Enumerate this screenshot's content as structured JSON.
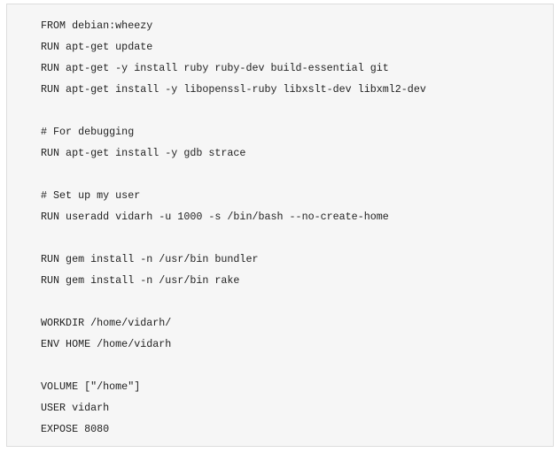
{
  "code": {
    "lines": [
      "FROM debian:wheezy",
      "RUN apt-get update",
      "RUN apt-get -y install ruby ruby-dev build-essential git",
      "RUN apt-get install -y libopenssl-ruby libxslt-dev libxml2-dev",
      "",
      "# For debugging",
      "RUN apt-get install -y gdb strace",
      "",
      "# Set up my user",
      "RUN useradd vidarh -u 1000 -s /bin/bash --no-create-home",
      "",
      "RUN gem install -n /usr/bin bundler",
      "RUN gem install -n /usr/bin rake",
      "",
      "WORKDIR /home/vidarh/",
      "ENV HOME /home/vidarh",
      "",
      "VOLUME [\"/home\"]",
      "USER vidarh",
      "EXPOSE 8080"
    ]
  }
}
